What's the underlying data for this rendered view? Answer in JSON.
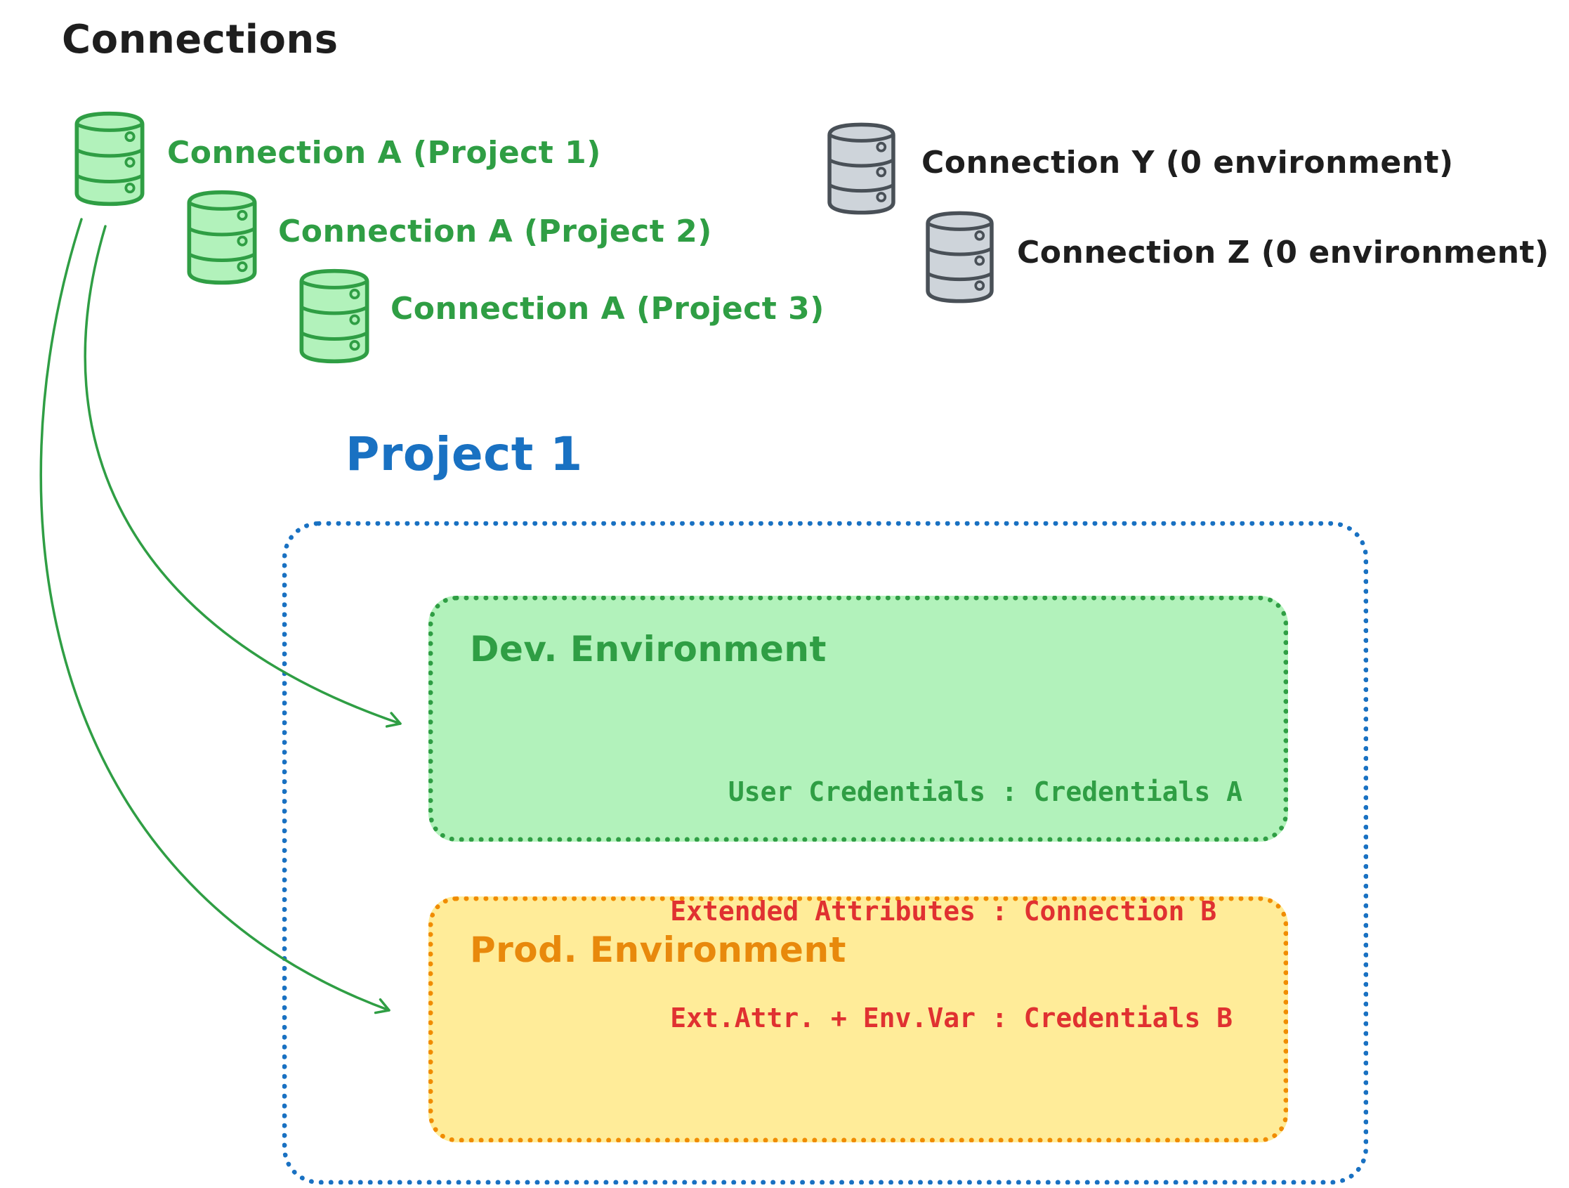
{
  "title": "Connections",
  "colors": {
    "green": "#2f9e44",
    "green_fill": "#b2f2bb",
    "gray": "#495057",
    "gray_fill": "#ced4da",
    "blue": "#1971c2",
    "orange": "#f08c00",
    "orange_fill": "#ffec99",
    "red": "#e03131",
    "ink": "#1e1e1e"
  },
  "connections": {
    "green": [
      {
        "label": "Connection A (Project 1)"
      },
      {
        "label": "Connection A (Project 2)"
      },
      {
        "label": "Connection A (Project 3)"
      }
    ],
    "gray": [
      {
        "label": "Connection Y (0 environment)"
      },
      {
        "label": "Connection Z (0 environment)"
      }
    ]
  },
  "project": {
    "title": "Project 1",
    "dev_environment": {
      "title": "Dev. Environment",
      "line1": "User Credentials : Credentials A"
    },
    "prod_environment": {
      "title": "Prod. Environment",
      "line1": "Extended Attributes : Connection B",
      "line2": "Ext.Attr. + Env.Var : Credentials B"
    }
  }
}
